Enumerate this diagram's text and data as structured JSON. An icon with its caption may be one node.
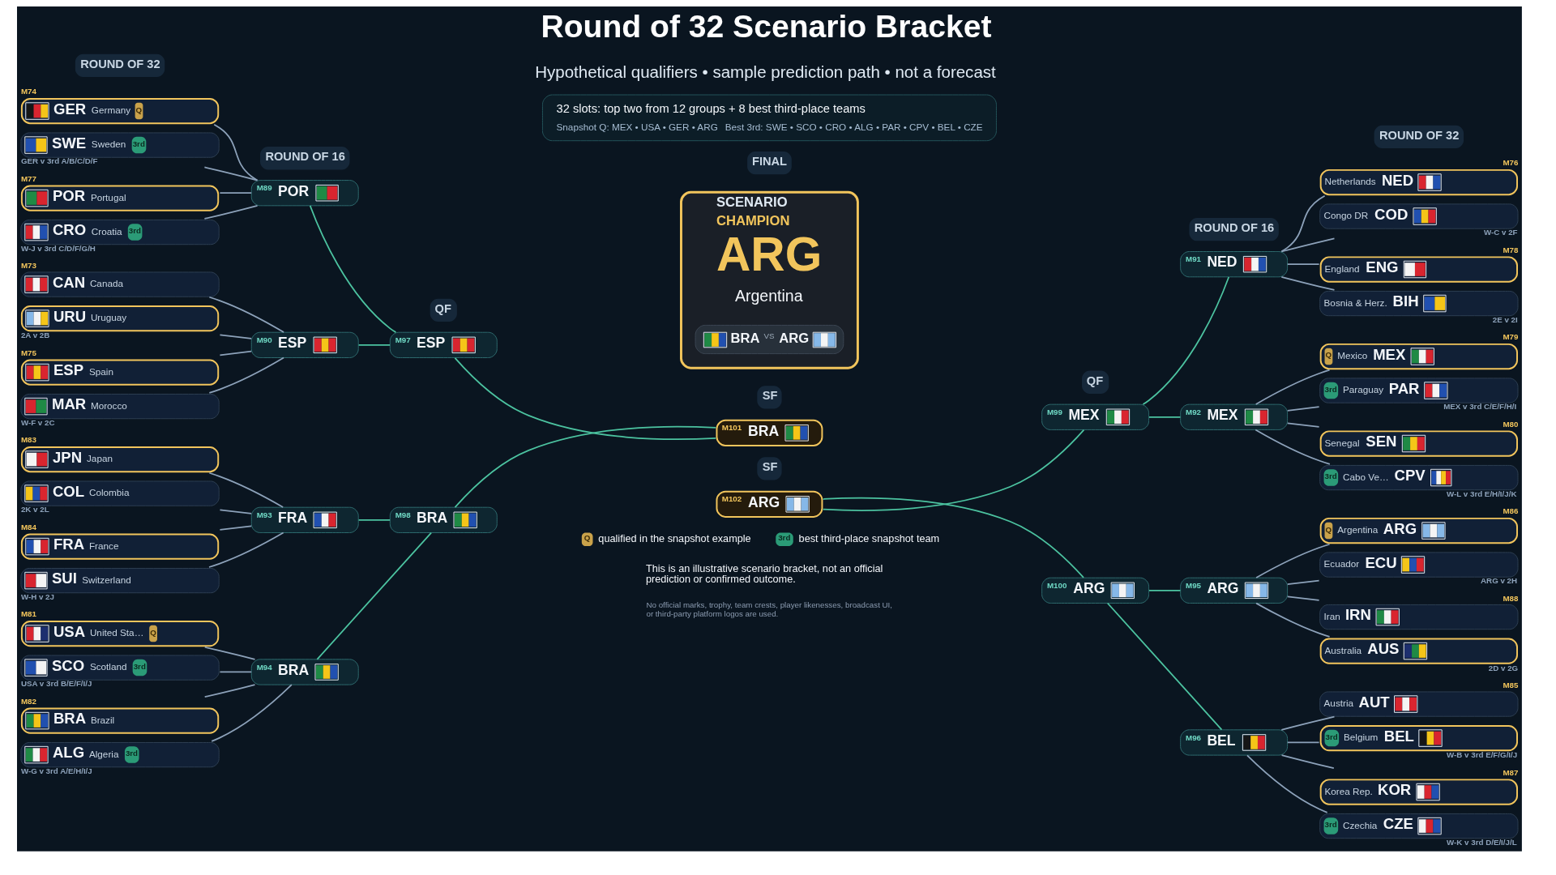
{
  "diagram": {
    "title": "Round of 32 Scenario Bracket",
    "nodes": [
      {
        "text": [
          "32 slots: top two from 12 groups + 8 best third-place teams",
          "Snapshot Q: MEX • USA • GER • ARG",
          "Best 3rd: SWE • SCO • CRO • ALG • PAR • CPV • BEL • CZE"
        ]
      },
      {
        "text": [
          "GER",
          "Germany",
          "Q"
        ],
        "beside": [
          "M74"
        ]
      },
      {
        "text": [
          "SWE",
          "Sweden",
          "3rd"
        ],
        "beside": [
          "GER v 3rd A/B/C/D/F"
        ]
      },
      {
        "text": [
          "POR",
          "Portugal"
        ],
        "beside": [
          "M77"
        ]
      },
      {
        "text": [
          "CRO",
          "Croatia",
          "3rd"
        ],
        "beside": [
          "W-J v 3rd C/D/F/G/H"
        ]
      },
      {
        "text": [
          "CAN",
          "Canada"
        ],
        "beside": [
          "M73"
        ]
      },
      {
        "text": [
          "URU",
          "Uruguay"
        ],
        "beside": [
          "2A v 2B"
        ]
      },
      {
        "text": [
          "ESP",
          "Spain"
        ],
        "beside": [
          "M75"
        ]
      },
      {
        "text": [
          "MAR",
          "Morocco"
        ],
        "beside": [
          "W-F v 2C"
        ]
      },
      {
        "text": [
          "JPN",
          "Japan"
        ],
        "beside": [
          "M83"
        ]
      },
      {
        "text": [
          "COL",
          "Colombia"
        ],
        "beside": [
          "2K v 2L"
        ]
      },
      {
        "text": [
          "FRA",
          "France"
        ],
        "beside": [
          "M84"
        ]
      },
      {
        "text": [
          "SUI",
          "Switzerland"
        ],
        "beside": [
          "W-H v 2J"
        ]
      },
      {
        "text": [
          "USA",
          "United Sta…",
          "Q"
        ],
        "beside": [
          "M81"
        ]
      },
      {
        "text": [
          "SCO",
          "Scotland",
          "3rd"
        ],
        "beside": [
          "USA v 3rd B/E/F/I/J"
        ]
      },
      {
        "text": [
          "BRA",
          "Brazil"
        ],
        "beside": [
          "M82"
        ]
      },
      {
        "text": [
          "ALG",
          "Algeria",
          "3rd"
        ],
        "beside": [
          "W-G v 3rd A/E/H/I/J"
        ]
      },
      {
        "text": [
          "M89",
          "POR"
        ]
      },
      {
        "text": [
          "M90",
          "ESP"
        ]
      },
      {
        "text": [
          "M93",
          "FRA"
        ]
      },
      {
        "text": [
          "M94",
          "BRA"
        ]
      },
      {
        "text": [
          "M97",
          "ESP"
        ]
      },
      {
        "text": [
          "M98",
          "BRA"
        ]
      },
      {
        "text": [
          "M101",
          "BRA"
        ]
      },
      {
        "text": [
          "SCENARIO",
          "CHAMPION",
          "ARG",
          "Argentina"
        ]
      },
      {
        "text": [
          "BRA",
          "VS",
          "ARG"
        ],
        "in": 24
      },
      {
        "text": [
          "M102",
          "ARG"
        ]
      },
      {
        "text": [
          "M99",
          "MEX"
        ]
      },
      {
        "text": [
          "M100",
          "ARG"
        ]
      },
      {
        "text": [
          "M91",
          "NED"
        ]
      },
      {
        "text": [
          "M92",
          "MEX"
        ]
      },
      {
        "text": [
          "M95",
          "ARG"
        ]
      },
      {
        "text": [
          "M96",
          "BEL"
        ]
      },
      {
        "text": [
          "Netherlands",
          "NED"
        ],
        "beside": [
          "M76"
        ]
      },
      {
        "text": [
          "Congo DR",
          "COD"
        ],
        "beside": [
          "W-C v 2F"
        ]
      },
      {
        "text": [
          "England",
          "ENG"
        ],
        "beside": [
          "M78"
        ]
      },
      {
        "text": [
          "Bosnia & Herz.",
          "BIH"
        ],
        "beside": [
          "2E v 2I"
        ]
      },
      {
        "text": [
          "Q",
          "Mexico",
          "MEX"
        ],
        "beside": [
          "M79"
        ]
      },
      {
        "text": [
          "3rd",
          "Paraguay",
          "PAR"
        ],
        "beside": [
          "MEX v 3rd C/E/F/H/I"
        ]
      },
      {
        "text": [
          "Senegal",
          "SEN"
        ],
        "beside": [
          "M80"
        ]
      },
      {
        "text": [
          "3rd",
          "Cabo Ve…",
          "CPV"
        ],
        "beside": [
          "W-L v 3rd E/H/I/J/K"
        ]
      },
      {
        "text": [
          "Q",
          "Argentina",
          "ARG"
        ],
        "beside": [
          "M86"
        ]
      },
      {
        "text": [
          "Ecuador",
          "ECU"
        ],
        "beside": [
          "ARG v 2H"
        ]
      },
      {
        "text": [
          "Iran",
          "IRN"
        ],
        "beside": [
          "M88"
        ]
      },
      {
        "text": [
          "Australia",
          "AUS"
        ],
        "beside": [
          "2D v 2G"
        ]
      },
      {
        "text": [
          "Austria",
          "AUT"
        ],
        "beside": [
          "M85"
        ]
      },
      {
        "text": [
          "3rd",
          "Belgium",
          "BEL"
        ],
        "beside": [
          "W-B v 3rd E/F/G/I/J"
        ]
      },
      {
        "text": [
          "Korea Rep.",
          "KOR"
        ],
        "beside": [
          "M87"
        ]
      },
      {
        "text": [
          "3rd",
          "Czechia",
          "CZE"
        ],
        "beside": [
          "W-K v 3rd D/E/I/J/L"
        ]
      }
    ],
    "edges": [
      {
        "from": 1,
        "to": 17,
        "arrow": "none"
      },
      {
        "from": 2,
        "to": 17,
        "arrow": "none"
      },
      {
        "from": 3,
        "to": 17,
        "arrow": "none"
      },
      {
        "from": 4,
        "to": 17,
        "arrow": "none"
      },
      {
        "from": 5,
        "to": 18,
        "arrow": "none"
      },
      {
        "from": 6,
        "to": 18,
        "arrow": "none"
      },
      {
        "from": 7,
        "to": 18,
        "arrow": "none"
      },
      {
        "from": 8,
        "to": 18,
        "arrow": "none"
      },
      {
        "from": 9,
        "to": 19,
        "arrow": "none"
      },
      {
        "from": 10,
        "to": 19,
        "arrow": "none"
      },
      {
        "from": 11,
        "to": 19,
        "arrow": "none"
      },
      {
        "from": 12,
        "to": 19,
        "arrow": "none"
      },
      {
        "from": 13,
        "to": 20,
        "arrow": "none"
      },
      {
        "from": 14,
        "to": 20,
        "arrow": "none"
      },
      {
        "from": 15,
        "to": 20,
        "arrow": "none"
      },
      {
        "from": 16,
        "to": 20,
        "arrow": "none"
      },
      {
        "from": 17,
        "to": 21,
        "arrow": "none",
        "color": "#4cc3a0"
      },
      {
        "from": 18,
        "to": 21,
        "arrow": "none",
        "color": "#4cc3a0"
      },
      {
        "from": 19,
        "to": 22,
        "arrow": "none",
        "color": "#4cc3a0"
      },
      {
        "from": 20,
        "to": 22,
        "arrow": "none",
        "color": "#4cc3a0"
      },
      {
        "from": 21,
        "to": 23,
        "arrow": "none",
        "color": "#4cc3a0"
      },
      {
        "from": 22,
        "to": 23,
        "arrow": "none",
        "color": "#4cc3a0"
      },
      {
        "from": 26,
        "to": 27,
        "arrow": "none",
        "color": "#4cc3a0"
      },
      {
        "from": 26,
        "to": 28,
        "arrow": "none",
        "color": "#4cc3a0"
      },
      {
        "from": 27,
        "to": 29,
        "arrow": "none",
        "color": "#4cc3a0"
      },
      {
        "from": 27,
        "to": 30,
        "arrow": "none",
        "color": "#4cc3a0"
      },
      {
        "from": 28,
        "to": 31,
        "arrow": "none",
        "color": "#4cc3a0"
      },
      {
        "from": 28,
        "to": 32,
        "arrow": "none",
        "color": "#4cc3a0"
      },
      {
        "from": 29,
        "to": 33,
        "arrow": "none"
      },
      {
        "from": 29,
        "to": 34,
        "arrow": "none"
      },
      {
        "from": 29,
        "to": 35,
        "arrow": "none"
      },
      {
        "from": 29,
        "to": 36,
        "arrow": "none"
      },
      {
        "from": 30,
        "to": 37,
        "arrow": "none"
      },
      {
        "from": 30,
        "to": 38,
        "arrow": "none"
      },
      {
        "from": 30,
        "to": 39,
        "arrow": "none"
      },
      {
        "from": 30,
        "to": 40,
        "arrow": "none"
      },
      {
        "from": 31,
        "to": 41,
        "arrow": "none"
      },
      {
        "from": 31,
        "to": 42,
        "arrow": "none"
      },
      {
        "from": 31,
        "to": 43,
        "arrow": "none"
      },
      {
        "from": 31,
        "to": 44,
        "arrow": "none"
      },
      {
        "from": 32,
        "to": 45,
        "arrow": "none"
      },
      {
        "from": 32,
        "to": 46,
        "arrow": "none"
      },
      {
        "from": 32,
        "to": 47,
        "arrow": "none"
      },
      {
        "from": 32,
        "to": 48,
        "arrow": "none"
      }
    ],
    "labels": [
      "Hypothetical qualifiers • sample prediction path • not a forecast",
      "ROUND OF 32",
      "ROUND OF 16",
      "QF",
      "SF",
      "FINAL",
      "SF",
      "QF",
      "ROUND OF 16",
      "ROUND OF 32",
      "Q",
      "3rd",
      "This is an illustrative scenario bracket, not an official prediction or confirmed outcome.",
      "No official marks, trophy, team crests, player likenesses, broadcast UI, or third-party platform logos are used."
    ],
    "legend": [
      {
        "text": "qualified in the snapshot example",
        "color": "#c9a24a"
      },
      {
        "text": "best third-place snapshot team",
        "color": "#2b9b77"
      }
    ]
  }
}
